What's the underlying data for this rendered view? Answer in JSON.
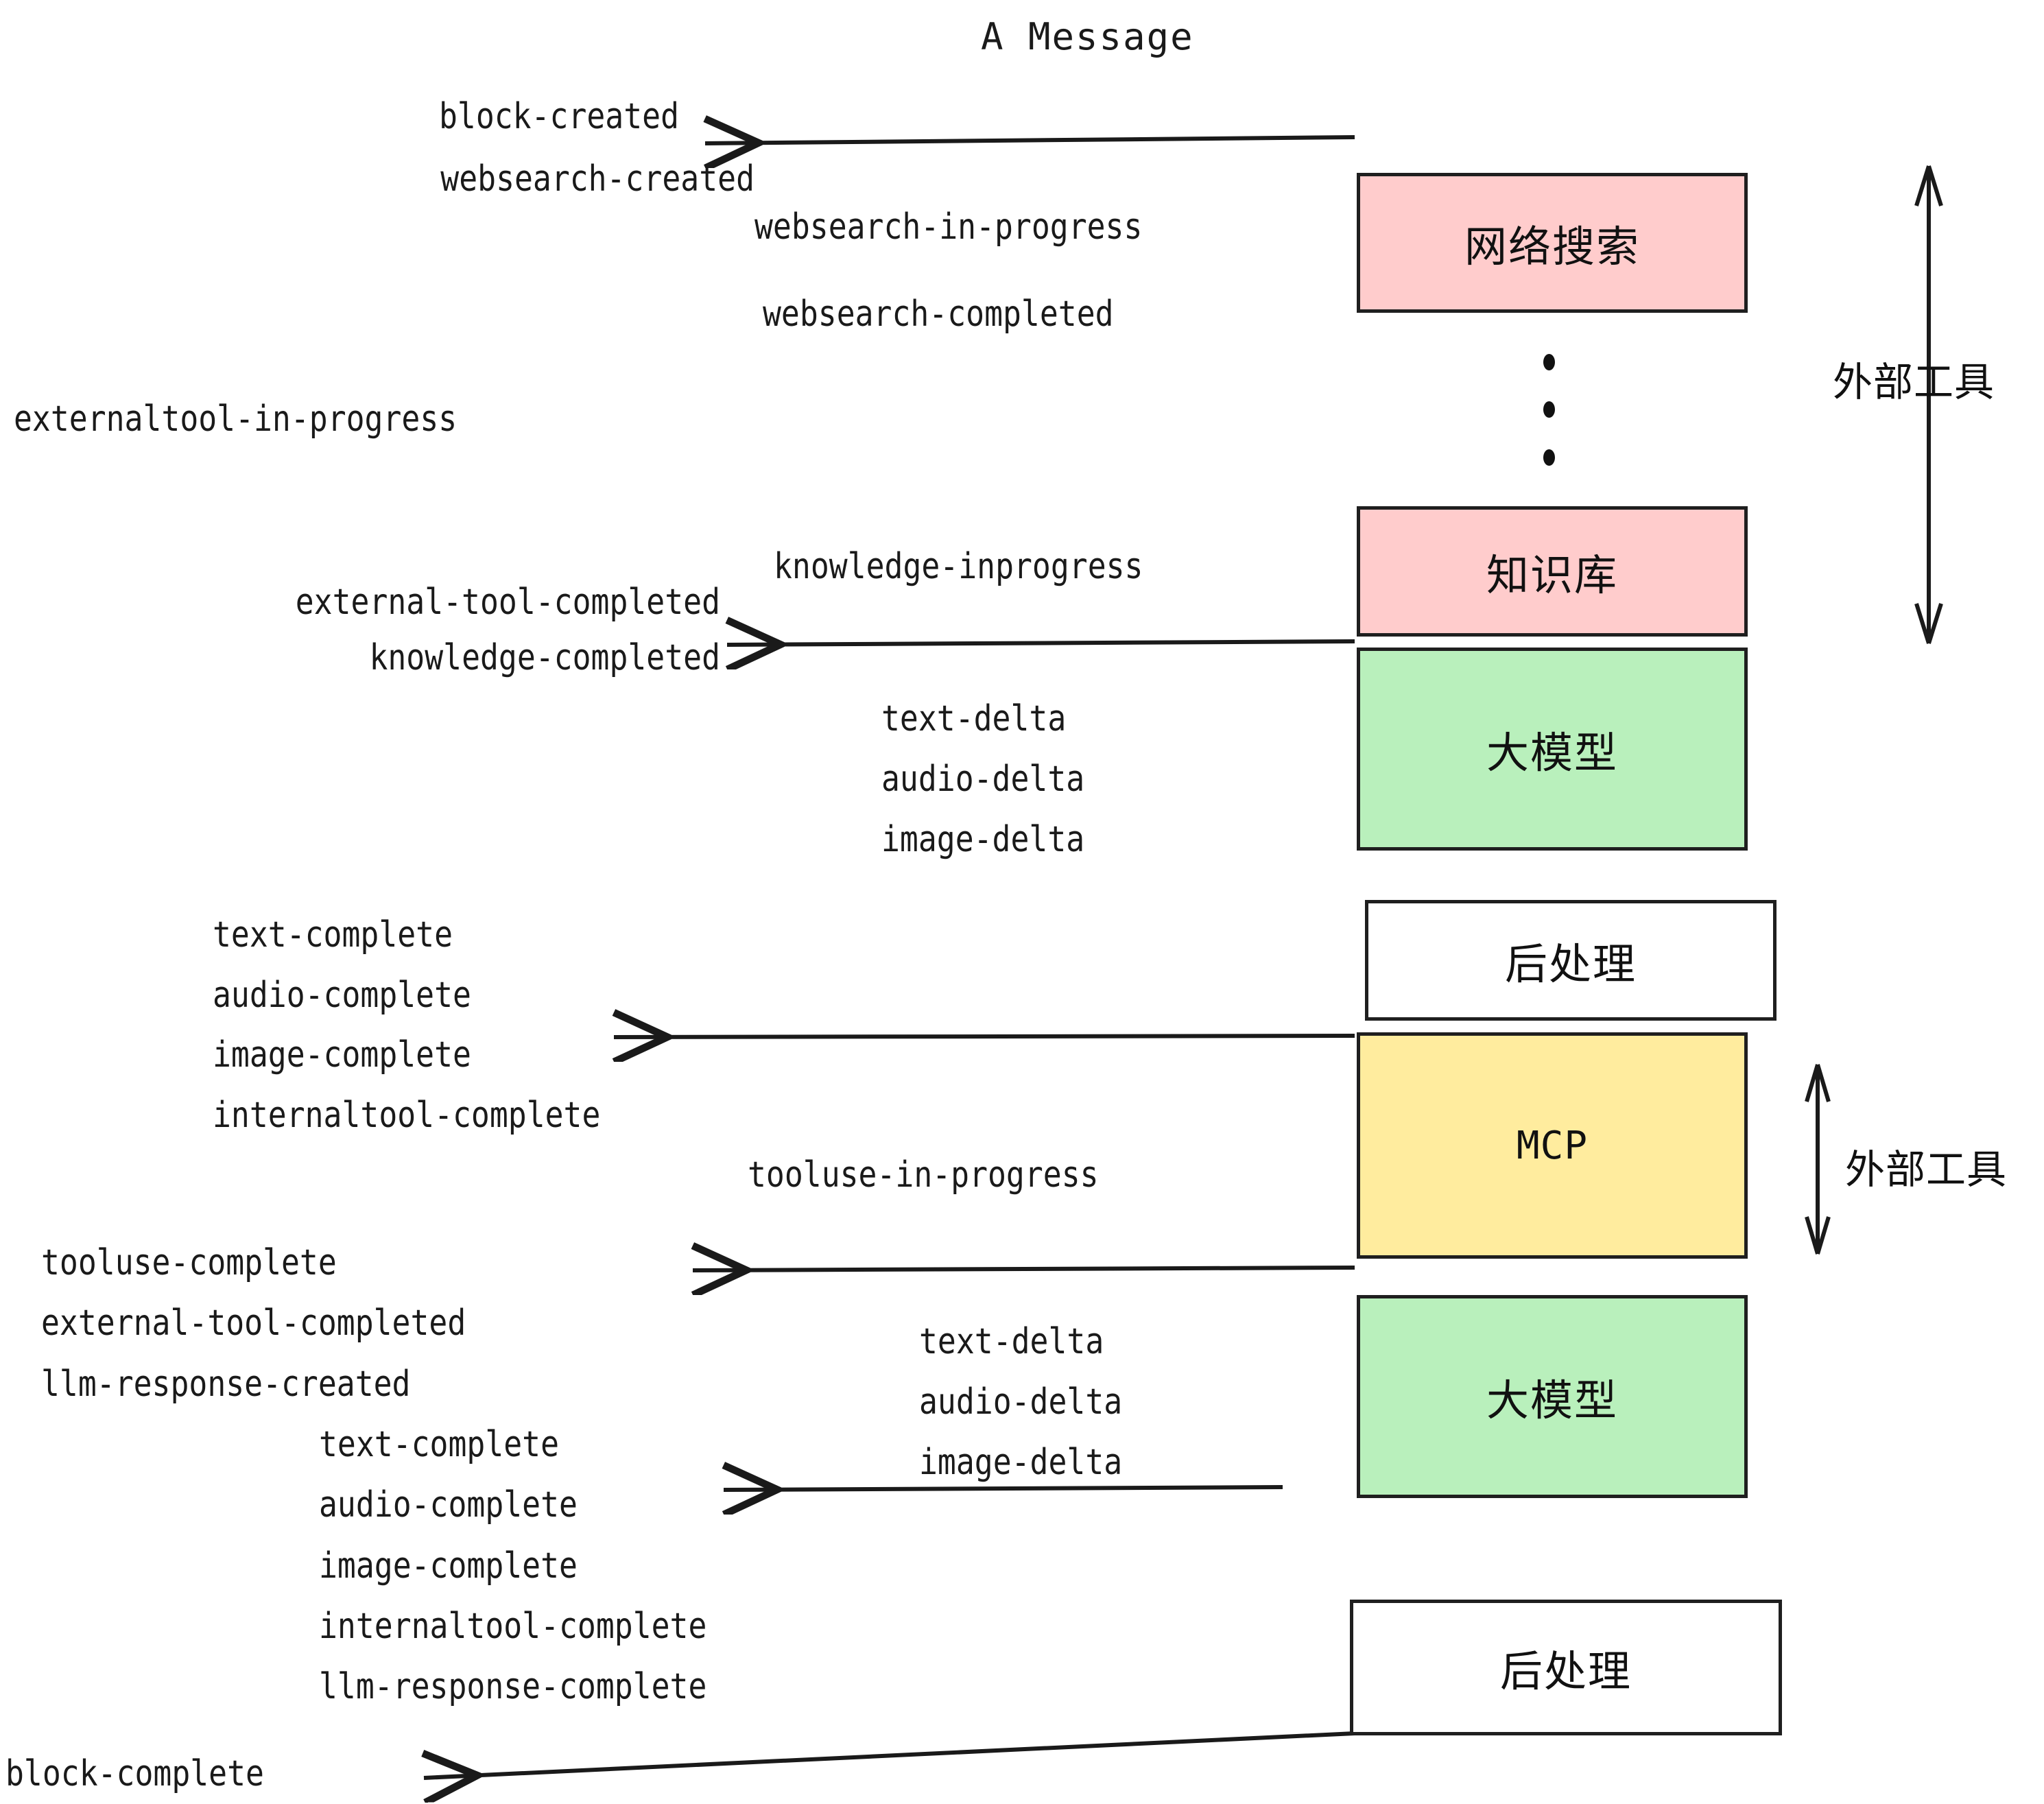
{
  "title": "A Message",
  "boxes": [
    {
      "id": "websearch",
      "label": "网络搜索",
      "color": "pink"
    },
    {
      "id": "knowledge",
      "label": "知识库",
      "color": "pink"
    },
    {
      "id": "llm1",
      "label": "大模型",
      "color": "green"
    },
    {
      "id": "post1",
      "label": "后处理",
      "color": "white"
    },
    {
      "id": "mcp",
      "label": "MCP",
      "color": "yellow"
    },
    {
      "id": "llm2",
      "label": "大模型",
      "color": "green"
    },
    {
      "id": "post2",
      "label": "后处理",
      "color": "white"
    }
  ],
  "side_labels": {
    "external_tools_top": "外部工具",
    "external_tools_bottom": "外部工具"
  },
  "events": {
    "block_created": "block-created",
    "websearch_created": "websearch-created",
    "websearch_in_progress": "websearch-in-progress",
    "websearch_completed": "websearch-completed",
    "externaltool_in_progress": "externaltool-in-progress",
    "knowledge_inprogress": "knowledge-inprogress",
    "external_tool_completed_1": "external-tool-completed",
    "knowledge_completed": "knowledge-completed",
    "text_delta_1": "text-delta",
    "audio_delta_1": "audio-delta",
    "image_delta_1": "image-delta",
    "text_complete_1": "text-complete",
    "audio_complete_1": "audio-complete",
    "image_complete_1": "image-complete",
    "internaltool_complete_1": "internaltool-complete",
    "tooluse_in_progress": "tooluse-in-progress",
    "tooluse_complete": "tooluse-complete",
    "external_tool_completed_2": "external-tool-completed",
    "llm_response_created": "llm-response-created",
    "text_delta_2": "text-delta",
    "audio_delta_2": "audio-delta",
    "image_delta_2": "image-delta",
    "text_complete_2": "text-complete",
    "audio_complete_2": "audio-complete",
    "image_complete_2": "image-complete",
    "internaltool_complete_2": "internaltool-complete",
    "llm_response_complete": "llm-response-complete",
    "block_complete": "block-complete"
  },
  "colors": {
    "pink": "#ffcccc",
    "green": "#b9f0bc",
    "yellow": "#ffec9e",
    "stroke": "#1f1f1f",
    "background": "#ffffff"
  }
}
